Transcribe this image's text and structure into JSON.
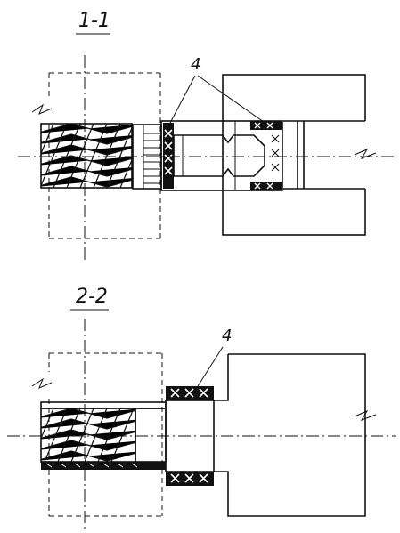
{
  "sections": [
    {
      "id": "section-1-1",
      "title": "1-1",
      "callout": "4"
    },
    {
      "id": "section-2-2",
      "title": "2-2",
      "callout": "4"
    }
  ]
}
